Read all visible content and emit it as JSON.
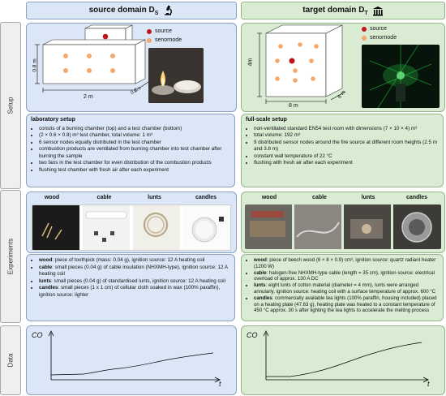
{
  "headers": {
    "source": "source domain D",
    "source_sub": "S",
    "target": "target domain D",
    "target_sub": "T"
  },
  "side_labels": {
    "setup": "Setup",
    "experiments": "Experiments",
    "data": "Data"
  },
  "setup": {
    "source_diagram": {
      "legend_source": "source",
      "legend_sensor": "senornode",
      "dim_height": "0.8 m",
      "dim_width": "2 m",
      "dim_depth": "0.6m"
    },
    "target_diagram": {
      "legend_source": "source",
      "legend_sensor": "senornode",
      "dim_height": "4m",
      "dim_width": "8 m",
      "dim_depth": "6 m"
    },
    "source_text": {
      "title": "laboratory setup",
      "items": [
        "consits of a burning chamber (top) and a test chamber (bottom)",
        "(2 × 0.6 × 0.8) m³ test chamber, total volume: 1 m³",
        "6 sensor nodes equally distributed in the test chamber",
        "combustion products are ventilated from burning chamber into test chamber after burning the sample",
        "two fans in the test chamber for even distribution of the combustion products",
        "flushing test chamber with fresh air after each experiment"
      ]
    },
    "target_text": {
      "title": "full-scale setup",
      "items": [
        "non-ventilated standard EN54 test room with dimensions (7 × 10 × 4) m³",
        "total volume: 192 m³",
        "9 distributed sensor nodes around the fire source at different room heights (2.5 m and 3.8 m)",
        "constant wall temperature of 22 °C",
        "flushing with fresh air after each experiment"
      ]
    }
  },
  "experiments": {
    "labels": [
      "wood",
      "cable",
      "lunts",
      "candles"
    ],
    "source_text": [
      {
        "name": "wood",
        "text": ": piece of toothpick (mass: 0.04 g), ignition source: 12 A heating coil"
      },
      {
        "name": "cable",
        "text": ": small pieces (0.04 g) of cable insulation (NHXMH-type), ignition source: 12 A heating coil"
      },
      {
        "name": "lunts",
        "text": ": small pieces (0.04 g) of standardised lunts, ignition source: 12 A heating coil"
      },
      {
        "name": "candles",
        "text": ": small pieces (1 x 1 cm) of cellular cloth soaked in wax (100% paraffin), ignition source: lighter"
      }
    ],
    "target_text": [
      {
        "name": "wood",
        "text": ": piece of beech wood (6 × 8 × 0.9) cm³, ignition source: quartz radiant heater (1200 W)"
      },
      {
        "name": "cable",
        "text": ": halogen-free NHXMH-type cable (length = 35 cm), ignition source: electrical overload of approx. 130 A DC"
      },
      {
        "name": "lunts",
        "text": ": eight lunts of cotton material (diameter = 4 mm), lunts were arranged annularly, ignition source: heating coil with a surface temperature of approx. 600 °C"
      },
      {
        "name": "candles",
        "text": ": commercially available tea lights (100% paraffin, housing included) placed on a heating plate (47.63 g), heating plate was heated to a constant temperature of 450 °C approx. 30 s after lighting the tea lights to accelerate the melting process"
      }
    ]
  },
  "data": {
    "y_label": "CO",
    "x_label": "t"
  },
  "colors": {
    "source_dot": "#c0151c",
    "sensor_dot": "#f5a86a",
    "blue_bg": "#dbe6f7",
    "green_bg": "#d9ecd3"
  }
}
